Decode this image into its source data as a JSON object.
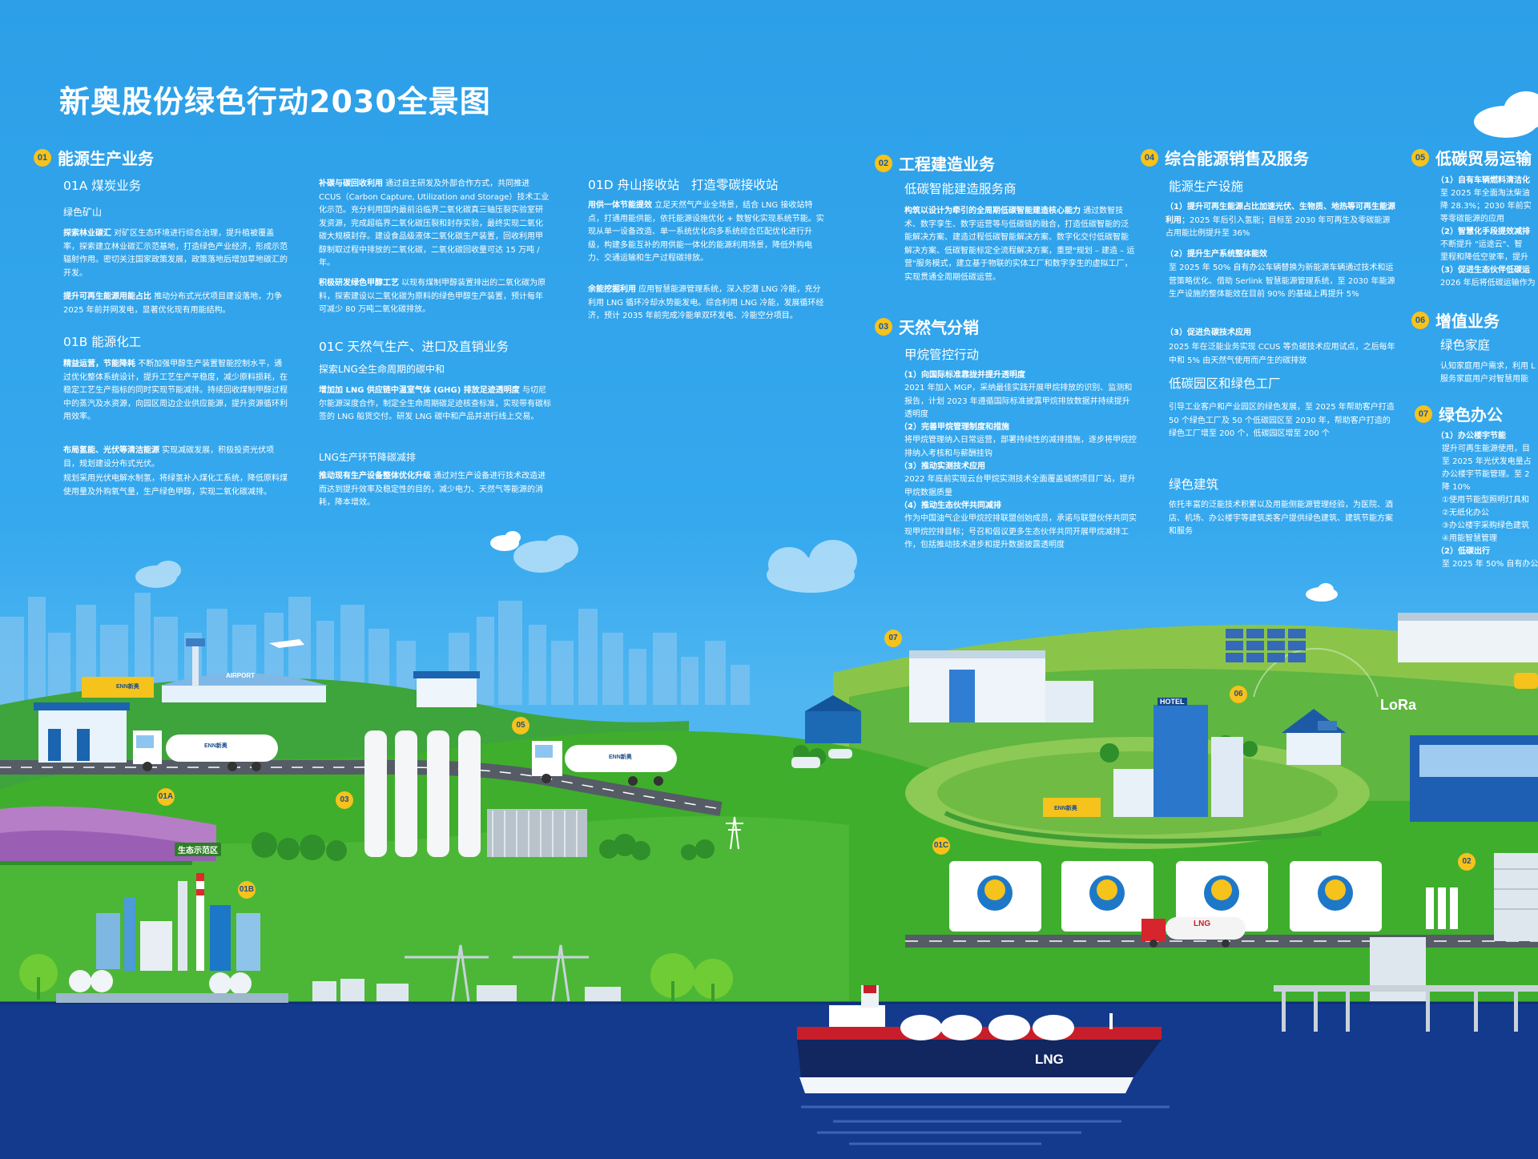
{
  "title": "新奥股份绿色行动2030全景图",
  "sections": {
    "s01": {
      "num": "01",
      "title": "能源生产业务",
      "a_title": "01A 煤炭业务",
      "a_sub": "绿色矿山",
      "a_p1_b": "探索林业碳汇",
      "a_p1": " 对矿区生态环境进行综合治理，提升植被覆盖率，探索建立林业碳汇示范基地，打造绿色产业经济，形成示范辐射作用。密切关注国家政策发展，政策落地后增加草地碳汇的开发。",
      "a_p2_b": "提升可再生能源用能占比",
      "a_p2": " 推动分布式光伏项目建设落地，力争 2025 年前并网发电，显著优化现有用能结构。",
      "b_title": "01B 能源化工",
      "b_p1_b": "精益运营，节能降耗",
      "b_p1": " 不断加强甲醇生产装置智能控制水平，通过优化整体系统设计，提升工艺生产平稳度，减少原料损耗，在稳定工艺生产指标的同时实现节能减排。持续回收煤制甲醇过程中的蒸汽及水资源，向园区周边企业供应能源，提升资源循环利用效率。",
      "b_p2_b": "布局氢能、光伏等清洁能源",
      "b_p2": " 实现减碳发展，积极投资光伏项目，规划建设分布式光伏。",
      "b_p3": "规划采用光伏电解水制氢，将绿氢补入煤化工系统，降低原料煤使用量及外购氧气量，生产绿色甲醇，实现二氧化碳减排。",
      "ccus_b": "补碳与碳回收利用",
      "ccus": " 通过自主研发及外部合作方式，共同推进 CCUS（Carbon Capture, Utilization and Storage）技术工业化示范。充分利用国内最前沿临界二氧化碳真三轴压裂实验室研发资源，完成超临界二氧化碳压裂和封存实验，最终实现二氧化碳大规模封存。建设食品级液体二氧化碳生产装置，回收利用甲醇制取过程中排放的二氧化碳，二氧化碳回收量可达 15 万吨 / 年。",
      "meth_b": "积极研发绿色甲醇工艺",
      "meth": " 以现有煤制甲醇装置排出的二氧化碳为原料，探索建设以二氧化碳为原料的绿色甲醇生产装置，预计每年可减少 80 万吨二氧化碳排放。",
      "c_title": "01C 天然气生产、进口及直销业务",
      "c_sub": "探索LNG全生命周期的碳中和",
      "c_p1_b": "增加加 LNG 供应链中温室气体 (GHG) 排放足迹透明度",
      "c_p1": " 与切尼尔能源深度合作，制定全生命周期碳足迹核查标准，实现带有碳标签的 LNG 船货交付。研发 LNG 碳中和产品并进行线上交易。",
      "c_sub2": "LNG生产环节降碳减排",
      "c_p2_b": "推动现有生产设备整体优化升级",
      "c_p2": " 通过对生产设备进行技术改造进而达到提升效率及稳定性的目的，减少电力、天然气等能源的消耗，降本增效。",
      "d_title": "01D 舟山接收站   打造零碳接收站",
      "d_p1_b": "用供一体节能提效",
      "d_p1": " 立足天然气产业全场景，结合 LNG 接收站特点，打通用能供能，依托能源设施优化 + 数智化实现系统节能。实现从单一设备改造、单一系统优化向多系统综合匹配优化进行升级，构建多能互补的用供能一体化的能源利用场景，降低外购电力、交通运输和生产过程碳排放。",
      "d_p2_b": "余能挖掘利用",
      "d_p2": " 应用智慧能源管理系统，深入挖潜 LNG 冷能，充分利用 LNG 循环冷却水势能发电。综合利用 LNG 冷能，发展循环经济，预计 2035 年前完成冷能单双环发电、冷能空分项目。"
    },
    "s02": {
      "num": "02",
      "title": "工程建造业务",
      "sub": "低碳智能建造服务商",
      "p_b": "构筑以设计为牵引的全周期低碳智能建造核心能力",
      "p": " 通过数智技术、数字孪生、数字运营等与低碳链的融合，打造低碳智能的泛能解决方案、建造过程低碳智能解决方案、数字化交付低碳智能解决方案、低碳智能标定全流程解决方案，重塑\"规划 – 建造 – 运营\"服务模式，建立基于物联的实体工厂和数字孪生的虚拟工厂，实现贯通全周期低碳运营。"
    },
    "s03": {
      "num": "03",
      "title": "天然气分销",
      "sub": "甲烷管控行动",
      "h1": "（1）向国际标准靠拢并提升透明度",
      "p1": "2021 年加入 MGP，采纳最佳实践开展甲烷排放的识别、监测和报告，计划 2023 年遵循国际标准披露甲烷排放数据并持续提升透明度",
      "h2": "（2）完善甲烷管理制度和措施",
      "p2": "将甲烷管理纳入日常运营，部署持续性的减排措施，逐步将甲烷控排纳入考核和与薪酬挂钩",
      "h3": "（3）推动实测技术应用",
      "p3": "2022 年底前实现云台甲烷实测技术全面覆盖城燃项目厂站，提升甲烷数据质量",
      "h4": "（4）推动生态伙伴共同减排",
      "p4": "作为中国油气企业甲烷控排联盟创始成员，承诺与联盟伙伴共同实现甲烷控排目标；号召和倡议更多生态伙伴共同开展甲烷减排工作，包括推动技术进步和提升数据披露透明度"
    },
    "s04": {
      "num": "04",
      "title": "综合能源销售及服务",
      "sub": "能源生产设施",
      "h1": "（1）提升可再生能源占比加速光伏、生物质、地热等可再生能源利用",
      "p1": "；2025 年后引入氢能；目标至 2030 年可再生及零碳能源占用能比例提升至 36%",
      "h2": "（2）提升生产系统整体能效",
      "p2": "至 2025 年 50% 自有办公车辆替换为新能源车辆通过技术和运营策略优化、借助 Serlink 智慧能源管理系统，至 2030 年能源生产设施的整体能效在目前 90% 的基础上再提升 5%",
      "h3": "（3）促进负碳技术应用",
      "p3": "2025 年在泛能业务实现 CCUS 等负碳技术应用试点，之后每年中和 5% 由天然气使用而产生的碳排放",
      "sub2": "低碳园区和绿色工厂",
      "p4": "引导工业客户和产业园区的绿色发展，至 2025 年帮助客户打造 50 个绿色工厂及 50 个低碳园区至 2030 年，帮助客户打造的绿色工厂增至 200 个，低碳园区增至 200 个",
      "sub3": "绿色建筑",
      "p5": "依托丰富的泛能技术积累以及用能侧能源管理经验，为医院、酒店、机场、办公楼宇等建筑类客户提供绿色建筑、建筑节能方案和服务"
    },
    "s05": {
      "num": "05",
      "title": "低碳贸易运输",
      "h1": "（1）自有车辆燃料清洁化",
      "p1": "至 2025 年全面淘汰柴油",
      "p1b": "降 28.3%；2030 年前实",
      "p1c": "等零碳能源的应用",
      "h2": "（2）智慧化手段提效减排",
      "p2": "不断提升 \"运途云\"、智",
      "p2b": "里程和降低空驶率，提升",
      "h3": "（3）促进生态伙伴低碳运",
      "p3": "2026 年后将低碳运输作为"
    },
    "s06": {
      "num": "06",
      "title": "增值业务",
      "sub": "绿色家庭",
      "p1": "认知家庭用户需求，利用 L",
      "p1b": "服务家庭用户对智慧用能"
    },
    "s07": {
      "num": "07",
      "title": "绿色办公",
      "h1": "（1）办公楼宇节能",
      "p1": "提升可再生能源使用，目",
      "p1b": "至 2025 年光伏发电量占",
      "p1c": "办公楼宇节能管理。至 2",
      "p1d": "降 10%",
      "i1": "①使用节能型照明灯具和",
      "i2": "②无纸化办公",
      "i3": "③办公楼宇采购绿色建筑",
      "i4": "④用能智慧管理",
      "h2": "（2）低碳出行",
      "p2": "至 2025 年 50% 自有办公"
    }
  },
  "scene": {
    "airport": "AIRPORT",
    "eco_zone": "生态示范区",
    "hotel": "HOTEL",
    "lora": "LoRa",
    "lng_ship": "LNG",
    "lng_truck": "LNG",
    "enn": "ENN新奥",
    "badges": {
      "b01a": "01A",
      "b01b": "01B",
      "b01c": "01C",
      "b02": "02",
      "b03": "03",
      "b05": "05",
      "b06": "06",
      "b07": "07"
    }
  },
  "colors": {
    "sky": "#2c9fe8",
    "grass": "#3fae2c",
    "grass_light": "#74c44a",
    "sea": "#143a8e",
    "badge": "#f6c21c"
  }
}
